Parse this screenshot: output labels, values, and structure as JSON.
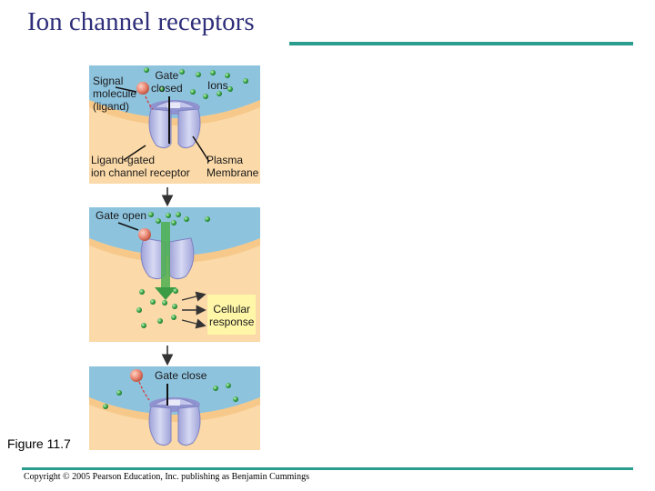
{
  "title": "Ion channel receptors",
  "labels": {
    "signal_molecule": "Signal\nmolecule\n(ligand)",
    "gate_closed": "Gate\nclosed",
    "ions": "Ions",
    "receptor": "Ligand-gated\nion channel receptor",
    "plasma_membrane": "Plasma\nMembrane",
    "gate_open": "Gate open",
    "cellular_response": "Cellular\nresponse",
    "gate_close": "Gate close"
  },
  "figure_label": "Figure 11.7",
  "copyright": "Copyright © 2005 Pearson Education, Inc. publishing as Benjamin Cummings",
  "colors": {
    "title": "#2f2f7a",
    "rule": "#2a9d8f",
    "extracellular": "#8ec3de",
    "cytoplasm": "#fbd9a8",
    "membrane": "#f6c98a",
    "channel": "#b9bce6",
    "ion": "#3aaa4a",
    "ligand": "#e8826e",
    "response_box": "#fff6a8"
  }
}
